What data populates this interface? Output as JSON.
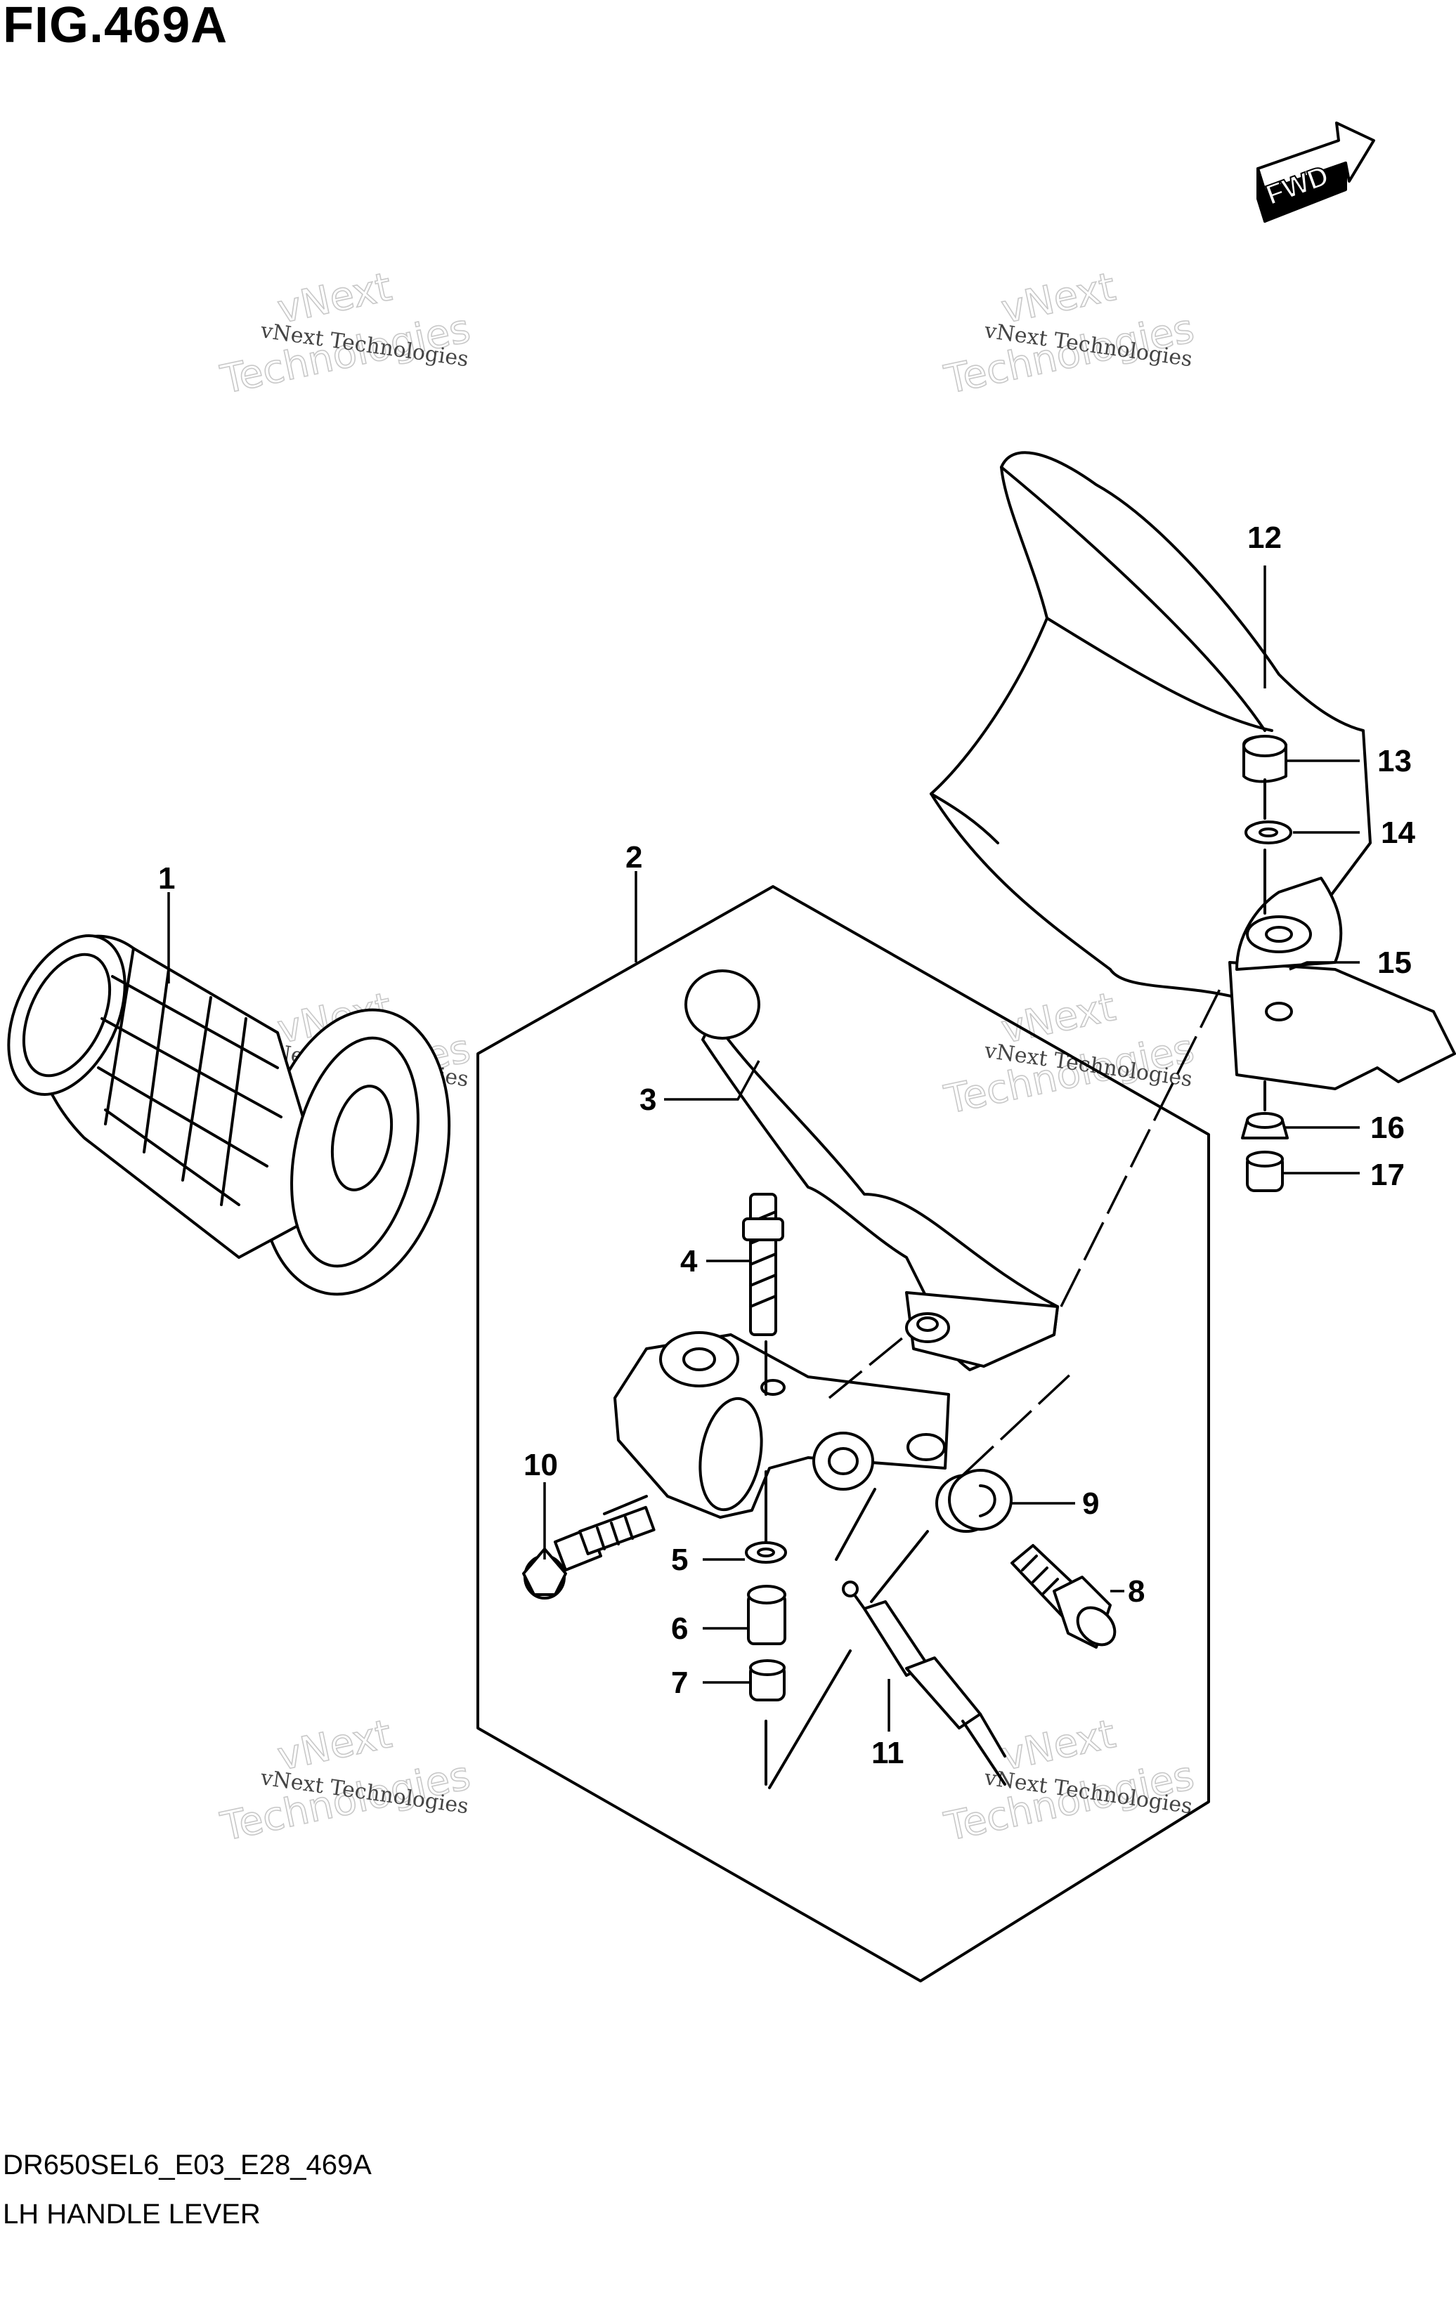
{
  "figure": {
    "title": "FIG.469A",
    "code": "DR650SEL6_E03_E28_469A",
    "name": "LH HANDLE LEVER",
    "direction_label": "FWD"
  },
  "watermark": {
    "small_text": "vNext Technologies",
    "big_line1": "vNext",
    "big_line2": "Technologies"
  },
  "callouts": [
    "1",
    "2",
    "3",
    "4",
    "5",
    "6",
    "7",
    "8",
    "9",
    "10",
    "11",
    "12",
    "13",
    "14",
    "15",
    "16",
    "17"
  ]
}
